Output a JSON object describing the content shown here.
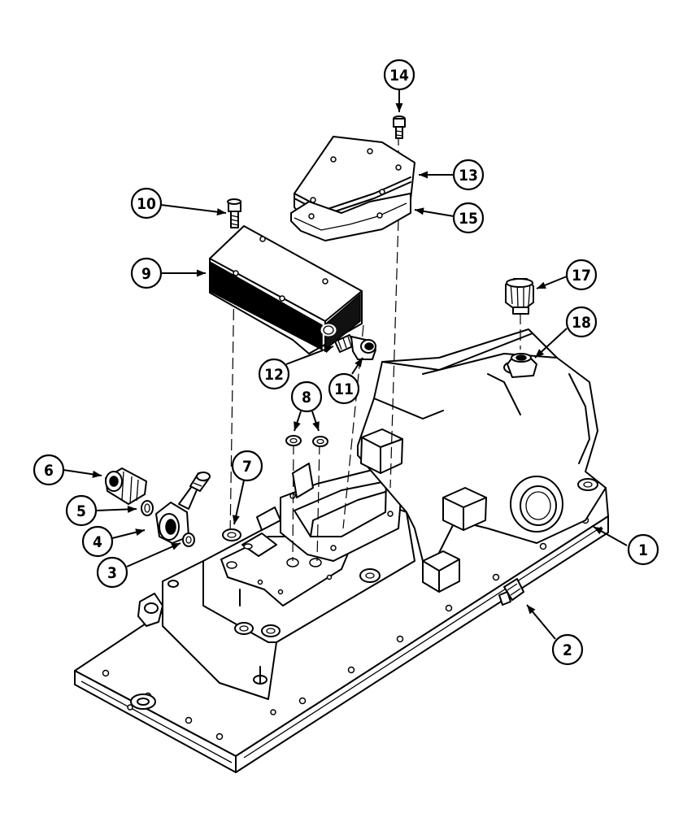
{
  "callouts": [
    {
      "id": "c1",
      "label": "1"
    },
    {
      "id": "c2",
      "label": "2"
    },
    {
      "id": "c3",
      "label": "3"
    },
    {
      "id": "c4",
      "label": "4"
    },
    {
      "id": "c5",
      "label": "5"
    },
    {
      "id": "c6",
      "label": "6"
    },
    {
      "id": "c7",
      "label": "7"
    },
    {
      "id": "c8",
      "label": "8"
    },
    {
      "id": "c9",
      "label": "9"
    },
    {
      "id": "c10",
      "label": "10"
    },
    {
      "id": "c11",
      "label": "11"
    },
    {
      "id": "c12",
      "label": "12"
    },
    {
      "id": "c13",
      "label": "13"
    },
    {
      "id": "c14",
      "label": "14"
    },
    {
      "id": "c15",
      "label": "15"
    },
    {
      "id": "c17",
      "label": "17"
    },
    {
      "id": "c18",
      "label": "18"
    }
  ]
}
